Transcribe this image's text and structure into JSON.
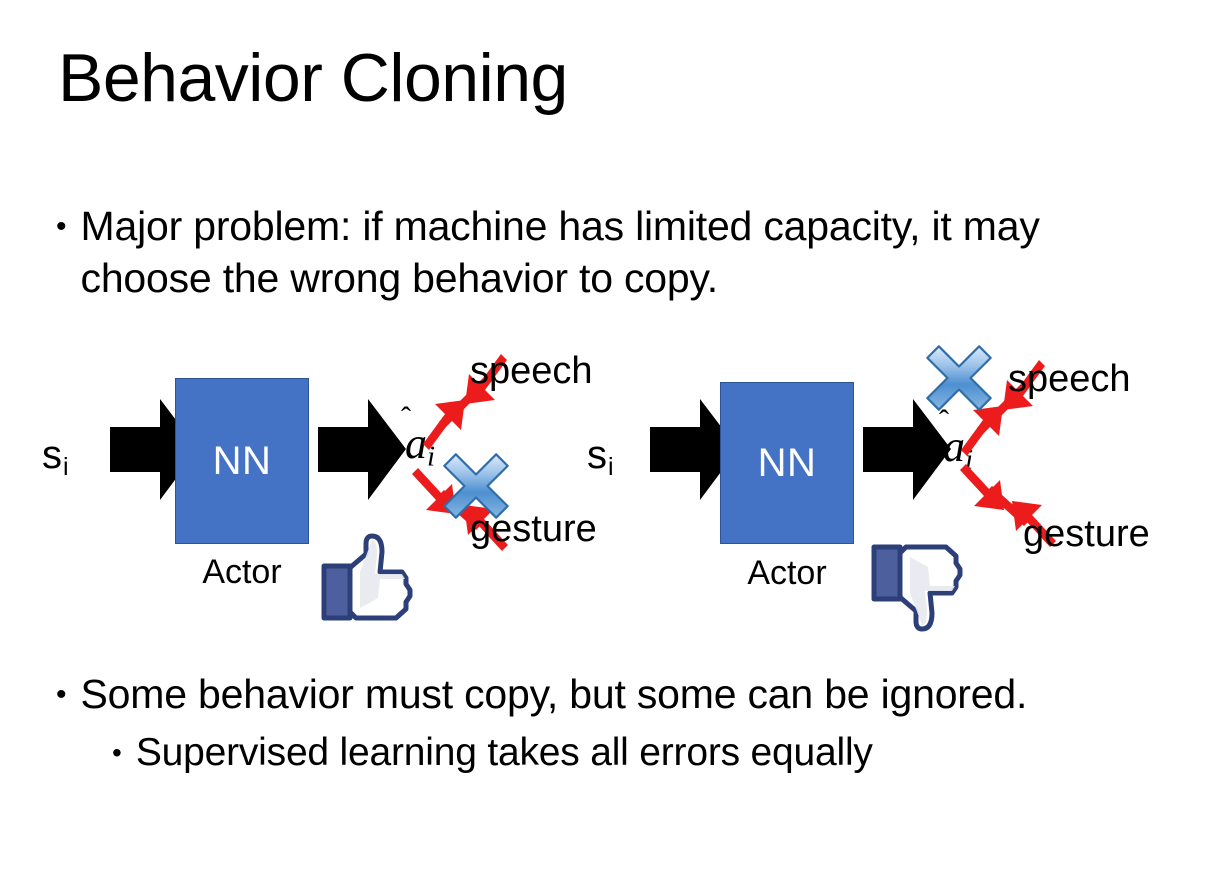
{
  "slide": {
    "title": "Behavior Cloning",
    "background_color": "#ffffff"
  },
  "bullets": [
    {
      "level": 1,
      "marker": "•",
      "text": "Major problem: if machine has limited capacity, it may choose the wrong behavior to copy."
    },
    {
      "level": 1,
      "marker": "•",
      "text": "Some behavior must copy, but some can be ignored."
    },
    {
      "level": 2,
      "marker": "•",
      "text": "Supervised learning takes all errors equally"
    }
  ],
  "colors": {
    "nn_box_fill": "#4472C4",
    "nn_box_border": "#2E5496",
    "nn_box_text": "#ffffff",
    "red_arrow": "#EC1C1C",
    "blue_x_light": "#BBD6F5",
    "blue_x_mid": "#5B9BD5",
    "blue_x_dark": "#2E74B5",
    "blue_x_outline": "#1F4E79",
    "hand_outline": "#3B5998",
    "hand_fill": "#ffffff",
    "hand_shade": "#E4E6EB",
    "block_arrow": "#000000",
    "text": "#000000"
  },
  "diagrams": [
    {
      "id": "left",
      "state_label": {
        "base": "s",
        "sub": "i"
      },
      "nn_label": "NN",
      "actor_label": "Actor",
      "action_label": {
        "base": "a",
        "sub": "i",
        "accent": "hat"
      },
      "outputs": [
        {
          "name": "speech",
          "label": "speech",
          "crossed_out": false
        },
        {
          "name": "gesture",
          "label": "gesture",
          "crossed_out": true
        }
      ],
      "feedback_icon": "thumbs-up",
      "crossed_output": "gesture"
    },
    {
      "id": "right",
      "state_label": {
        "base": "s",
        "sub": "i"
      },
      "nn_label": "NN",
      "actor_label": "Actor",
      "action_label": {
        "base": "a",
        "sub": "i",
        "accent": "hat"
      },
      "outputs": [
        {
          "name": "speech",
          "label": "speech",
          "crossed_out": true
        },
        {
          "name": "gesture",
          "label": "gesture",
          "crossed_out": false
        }
      ],
      "feedback_icon": "thumbs-down",
      "crossed_output": "speech"
    }
  ]
}
